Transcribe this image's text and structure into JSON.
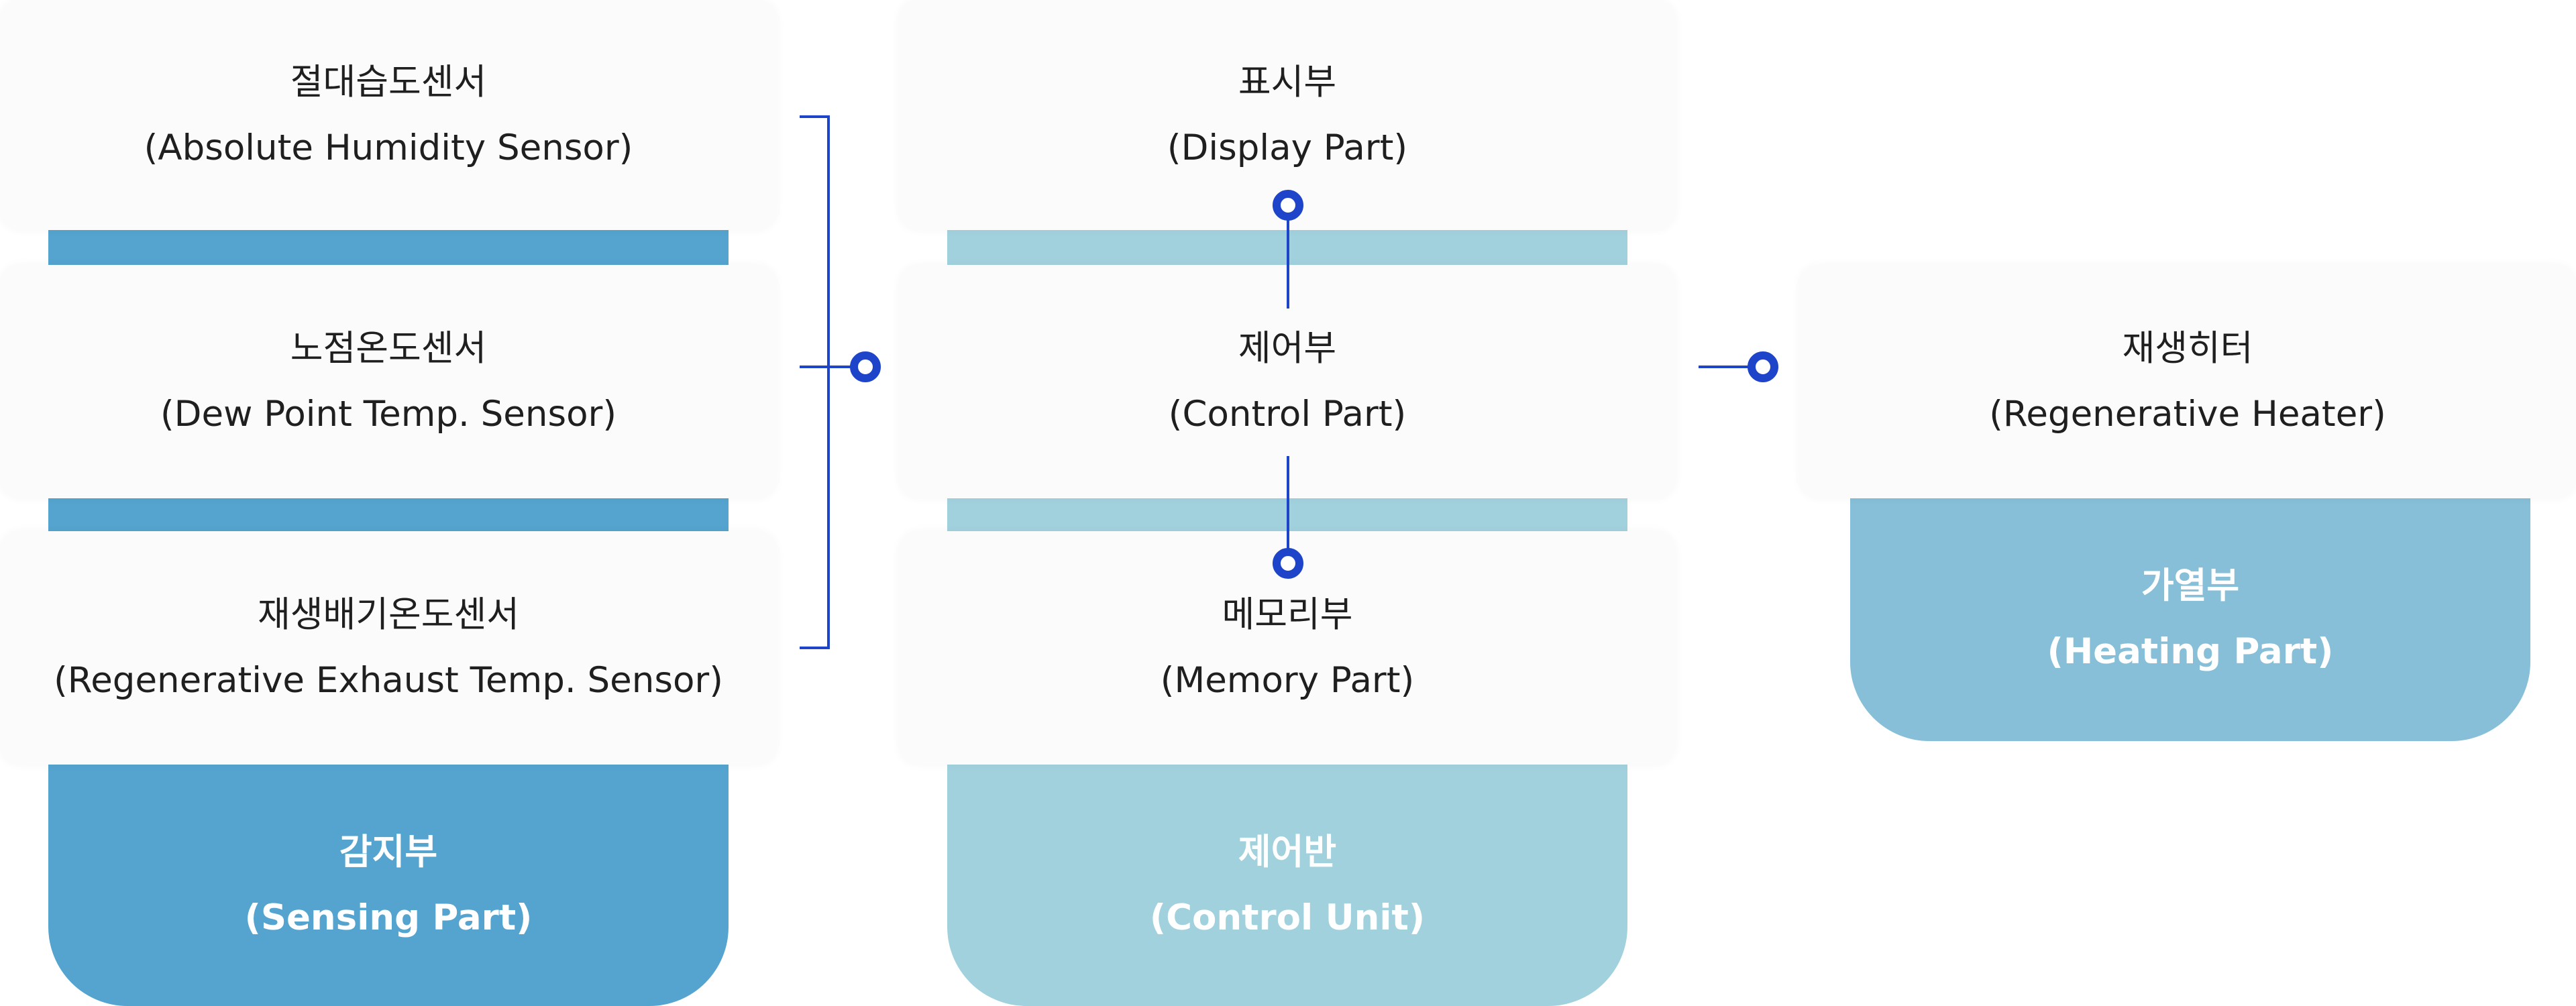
{
  "colors": {
    "sensing": "#54a4cf",
    "control": "#a2d1de",
    "heating": "#86bfd7",
    "card_bg": "#fbfbfb",
    "connector": "#1d44c9"
  },
  "groups": {
    "sensing": {
      "title_ko": "감지부",
      "title_en": "(Sensing Part)",
      "items": [
        {
          "ko": "절대습도센서",
          "en": "(Absolute Humidity Sensor)"
        },
        {
          "ko": "노점온도센서",
          "en": "(Dew Point Temp. Sensor)"
        },
        {
          "ko": "재생배기온도센서",
          "en": "(Regenerative Exhaust Temp. Sensor)"
        }
      ]
    },
    "control": {
      "title_ko": "제어반",
      "title_en": "(Control Unit)",
      "items": [
        {
          "ko": "표시부",
          "en": "(Display Part)"
        },
        {
          "ko": "제어부",
          "en": "(Control Part)"
        },
        {
          "ko": "메모리부",
          "en": "(Memory Part)"
        }
      ]
    },
    "heating": {
      "title_ko": "가열부",
      "title_en": "(Heating Part)",
      "items": [
        {
          "ko": "재생히터",
          "en": "(Regenerative Heater)"
        }
      ]
    }
  }
}
